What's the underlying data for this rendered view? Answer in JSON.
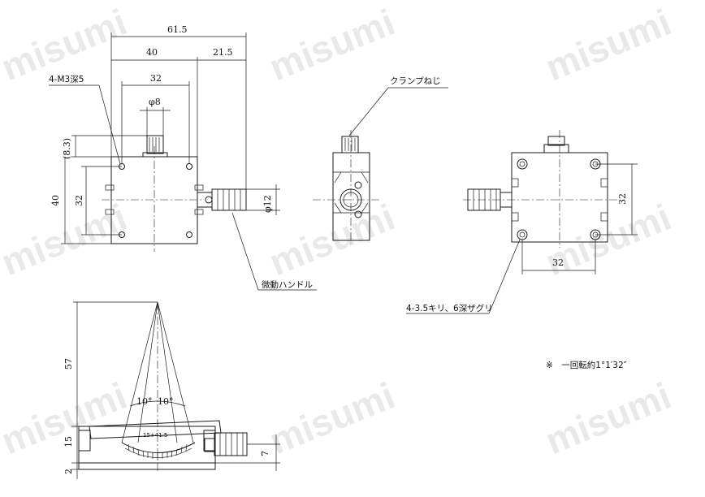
{
  "watermark": "misumi",
  "top_view": {
    "dim_overall": "61.5",
    "dim_width": "40",
    "dim_handle": "21.5",
    "dim_hole_pitch": "32",
    "dim_knob_dia": "φ8",
    "dim_offset": "(8.3)",
    "dim_height": "40",
    "dim_inner": "32",
    "dim_handle_dia": "φ12",
    "label_tap": "4-M3深5",
    "label_micrometer": "微動ハンドル"
  },
  "side_view": {
    "label_clamp": "クランプねじ"
  },
  "bottom_view": {
    "dim_pitch_v": "32",
    "dim_pitch_h": "32",
    "label_hole": "4-3.5キリ、6深ザグリ"
  },
  "front_view": {
    "dim_radius": "57",
    "dim_height": "15",
    "dim_base": "2",
    "dim_center": "7",
    "angle_left": "10°",
    "angle_right": "10°",
    "scale_text": "15+41.5"
  },
  "footnote": "※　一回転約1°1′32″"
}
